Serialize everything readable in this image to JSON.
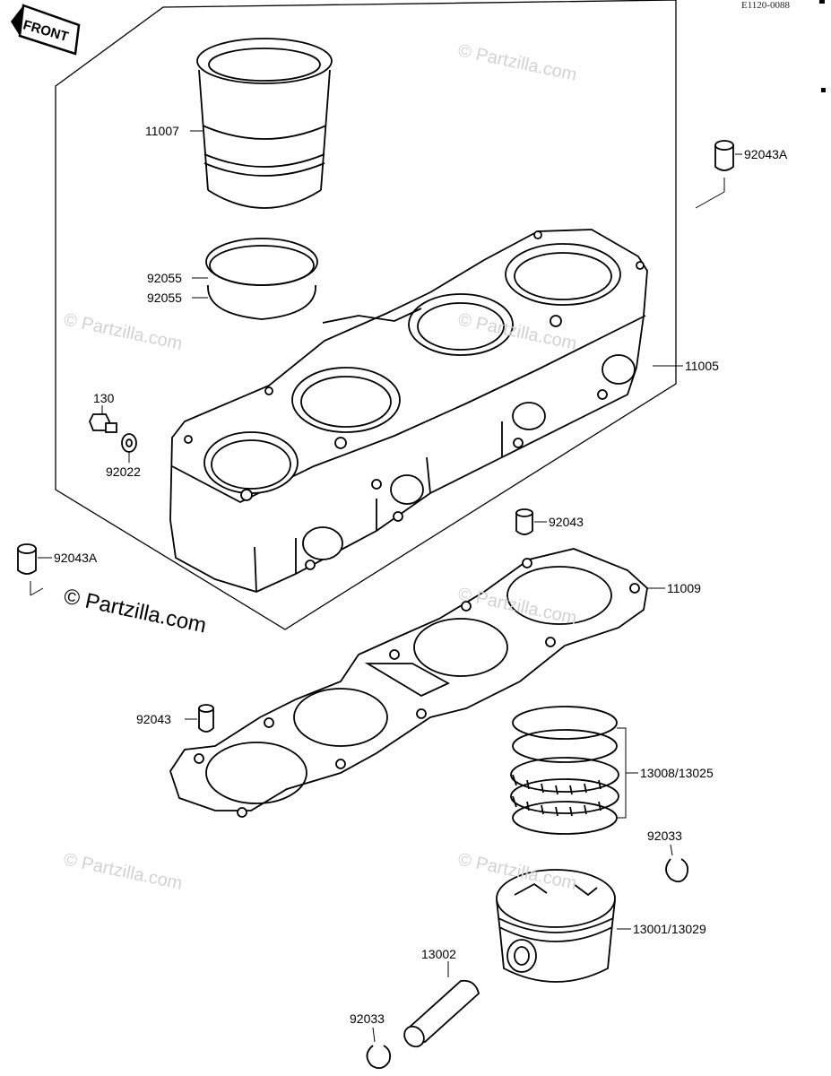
{
  "ref_code": "E1120-0088",
  "front_badge": "FRONT",
  "watermark": "© Partzilla.com",
  "watermark_main": "© Partzilla.com",
  "parts": {
    "p11007": "11007",
    "p92055a": "92055",
    "p92055b": "92055",
    "p92043A_top": "92043A",
    "p11005": "11005",
    "p130": "130",
    "p92022": "92022",
    "p92043_mid": "92043",
    "p92043A_left": "92043A",
    "p11009": "11009",
    "p92043_left": "92043",
    "p13008": "13008/13025",
    "p92033_right": "92033",
    "p13001": "13001/13029",
    "p13002": "13002",
    "p92033_bottom": "92033"
  }
}
